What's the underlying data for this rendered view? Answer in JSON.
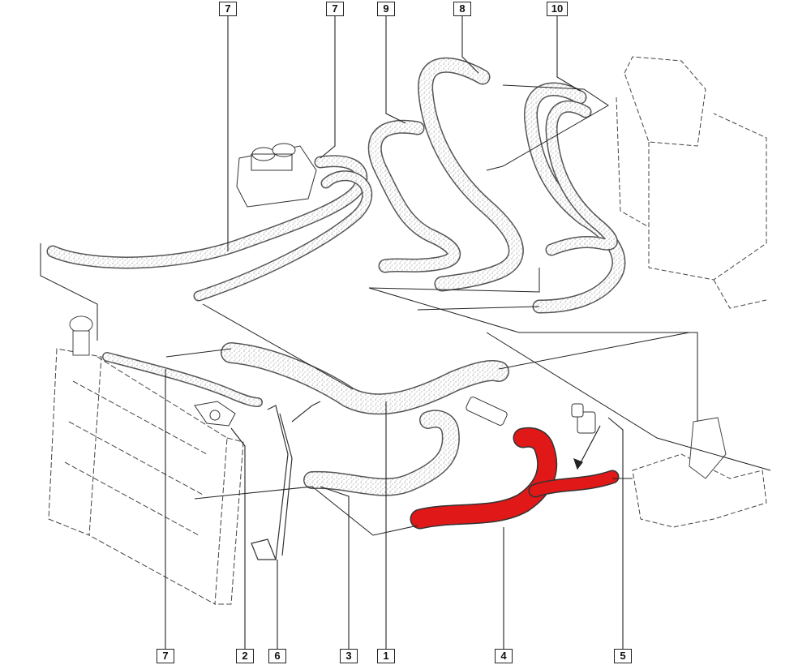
{
  "callouts": {
    "top": [
      {
        "id": "top-1",
        "label": "7"
      },
      {
        "id": "top-2",
        "label": "7"
      },
      {
        "id": "top-3",
        "label": "9"
      },
      {
        "id": "top-4",
        "label": "8"
      },
      {
        "id": "top-5",
        "label": "10"
      }
    ],
    "bottom": [
      {
        "id": "bot-1",
        "label": "7"
      },
      {
        "id": "bot-2",
        "label": "2"
      },
      {
        "id": "bot-3",
        "label": "6"
      },
      {
        "id": "bot-4",
        "label": "3"
      },
      {
        "id": "bot-5",
        "label": "1"
      },
      {
        "id": "bot-6",
        "label": "4"
      },
      {
        "id": "bot-7",
        "label": "5"
      }
    ]
  },
  "colors": {
    "highlight_hose": "#e01818",
    "hose_texture": "#e8e8e8",
    "line": "#222222"
  }
}
